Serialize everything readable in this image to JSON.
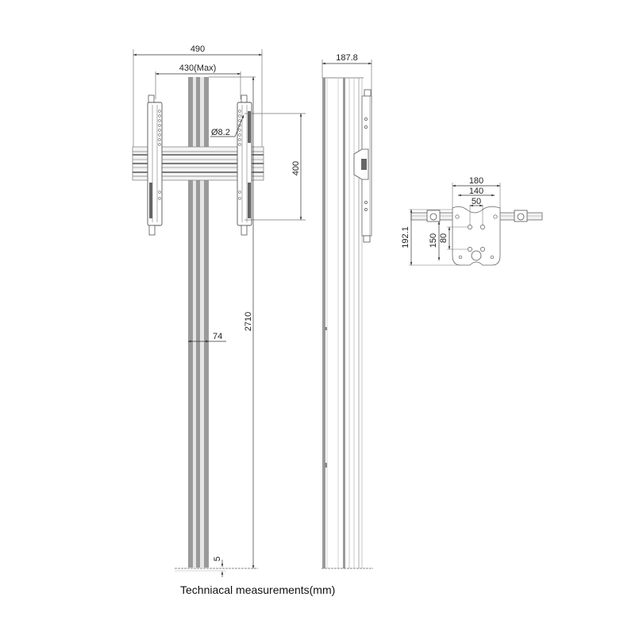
{
  "caption": "Techniacal measurements(mm)",
  "front_view": {
    "overall_width": "490",
    "max_mount_width": "430(Max)",
    "hole_diameter": "Ø8.2",
    "vertical_hole_spacing": "400",
    "total_height": "2710",
    "column_width": "74",
    "floor_gap": "5"
  },
  "side_view": {
    "depth": "187.8"
  },
  "detail_view": {
    "width_outer": "180",
    "width_middle": "140",
    "width_inner": "50",
    "height_total": "192.1",
    "height_150": "150",
    "height_80": "80"
  },
  "colors": {
    "line": "#555555",
    "profile": "#9a9a9a",
    "dim_line": "#333333"
  }
}
